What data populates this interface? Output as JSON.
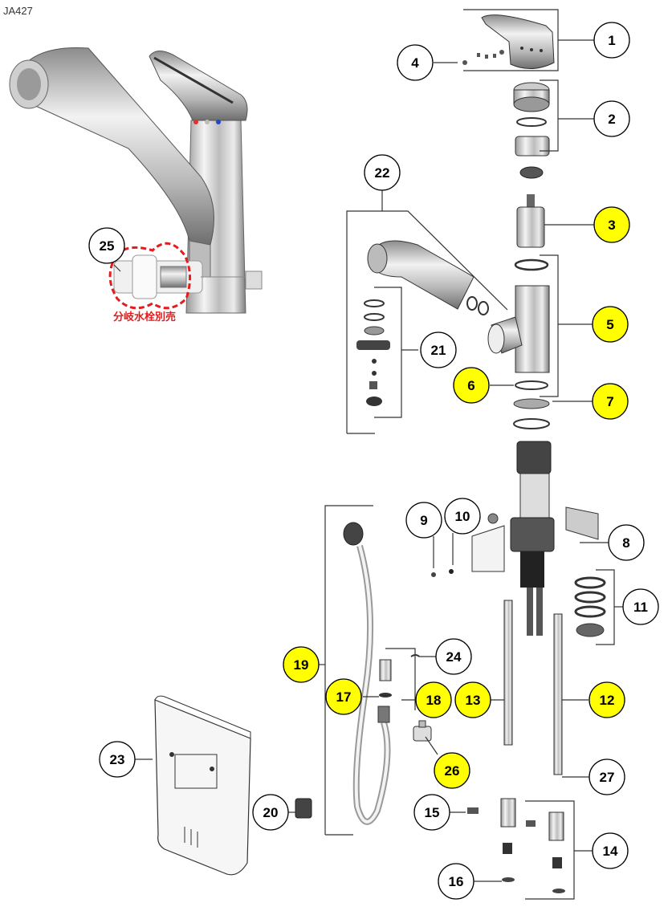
{
  "model_code": "JA427",
  "note": "分岐水栓別売",
  "colors": {
    "highlight": "#ffff00",
    "outline": "#000000",
    "note": "#e21d1d",
    "dash": "#e21d1d"
  },
  "callouts": [
    {
      "num": "1",
      "highlight": false
    },
    {
      "num": "2",
      "highlight": false
    },
    {
      "num": "3",
      "highlight": true
    },
    {
      "num": "4",
      "highlight": false
    },
    {
      "num": "5",
      "highlight": true
    },
    {
      "num": "6",
      "highlight": true
    },
    {
      "num": "7",
      "highlight": true
    },
    {
      "num": "8",
      "highlight": false
    },
    {
      "num": "9",
      "highlight": false
    },
    {
      "num": "10",
      "highlight": false
    },
    {
      "num": "11",
      "highlight": false
    },
    {
      "num": "12",
      "highlight": true
    },
    {
      "num": "13",
      "highlight": true
    },
    {
      "num": "14",
      "highlight": false
    },
    {
      "num": "15",
      "highlight": false
    },
    {
      "num": "16",
      "highlight": false
    },
    {
      "num": "17",
      "highlight": true
    },
    {
      "num": "18",
      "highlight": true
    },
    {
      "num": "19",
      "highlight": true
    },
    {
      "num": "20",
      "highlight": false
    },
    {
      "num": "21",
      "highlight": false
    },
    {
      "num": "22",
      "highlight": false
    },
    {
      "num": "23",
      "highlight": false
    },
    {
      "num": "24",
      "highlight": false
    },
    {
      "num": "25",
      "highlight": false
    },
    {
      "num": "26",
      "highlight": true
    },
    {
      "num": "27",
      "highlight": false
    }
  ]
}
